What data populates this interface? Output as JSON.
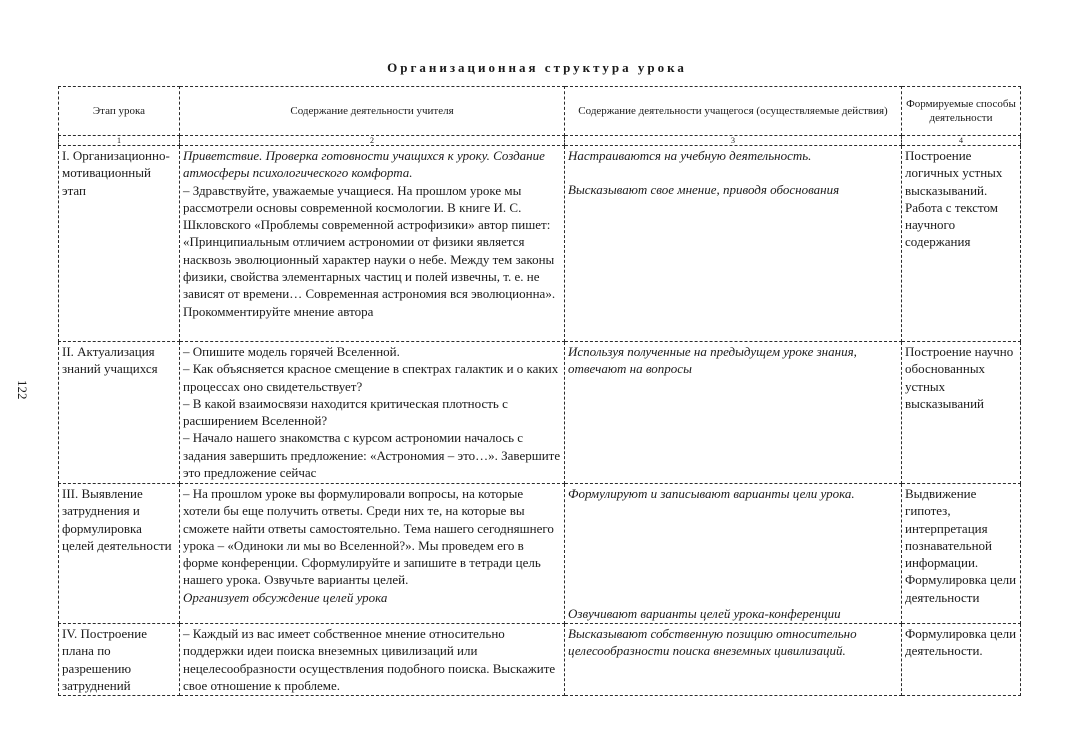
{
  "title": "Организационная структура урока",
  "page_number": "122",
  "columns": [
    {
      "label": "Этап урока",
      "number": "1"
    },
    {
      "label": "Содержание деятельности учителя",
      "number": "2"
    },
    {
      "label": "Содержание деятельности учащегося (осуществляемые действия)",
      "number": "3"
    },
    {
      "label": "Формируемые способы деятельности",
      "number": "4"
    }
  ],
  "rows": [
    {
      "stage": "I. Организационно-мотивационный этап",
      "teacher_italic": "Приветствие. Проверка готовности учащихся к уроку. Создание атмосферы психологического комфорта.",
      "teacher_text": "– Здравствуйте, уважаемые учащиеся. На прошлом уроке мы рассмотрели основы современной космологии. В книге И. С. Шкловского «Проблемы современной астрофизики» автор пишет: «Принципиальным отличием астрономии от физики является насквозь эволюционный характер науки о небе. Между тем законы физики, свойства элементарных частиц и полей извечны, т. е. не зависят от времени… Современная астрономия вся эволюционна». Прокомментируйте мнение автора",
      "student_1": "Настраиваются на учебную деятельность.",
      "student_2": "Высказывают свое мнение, приводя обоснования",
      "skills": "Построение логичных устных высказываний. Работа с текстом научного содержания"
    },
    {
      "stage": "II. Актуализация знаний учащихся",
      "teacher_lines": [
        "– Опишите модель горячей Вселенной.",
        "– Как объясняется красное смещение в спектрах галактик и о каких процессах оно свидетельствует?",
        "– В какой взаимосвязи находится критическая плотность с расширением Вселенной?",
        "– Начало нашего знакомства с курсом астрономии началось с задания завершить предложение: «Астрономия – это…». Завершите это предложение сейчас"
      ],
      "student_1": "Используя полученные на предыдущем уроке знания, отвечают на вопросы",
      "skills": "Построение научно обоснованных устных высказываний"
    },
    {
      "stage": "III. Выявление затруднения и формулировка целей деятельности",
      "teacher_text": "– На прошлом уроке вы формулировали вопросы, на которые хотели бы еще получить ответы. Среди них те, на которые вы сможете найти ответы самостоятельно. Тема нашего сегодняшнего урока – «Одиноки ли мы во Вселенной?». Мы проведем его в форме конференции. Сформулируйте и запишите в тетради цель нашего урока. Озвучьте варианты целей.",
      "teacher_italic": "Организует обсуждение целей урока",
      "student_1": "Формулируют и записывают варианты цели урока.",
      "student_2": "Озвучивают варианты целей урока-конференции",
      "skills": "Выдвижение гипотез, интерпретация познавательной информации. Формулировка цели деятельности"
    },
    {
      "stage": "IV. Построение плана по разрешению затруднений",
      "teacher_text": "– Каждый из вас имеет собственное мнение относительно поддержки идеи поиска внеземных цивилизаций или нецелесообразности осуществления подобного поиска. Выскажите свое отношение к проблеме.",
      "student_1": "Высказывают собственную позицию относительно целесообразности поиска внеземных цивилизаций.",
      "skills": "Формулировка цели деятельности."
    }
  ]
}
